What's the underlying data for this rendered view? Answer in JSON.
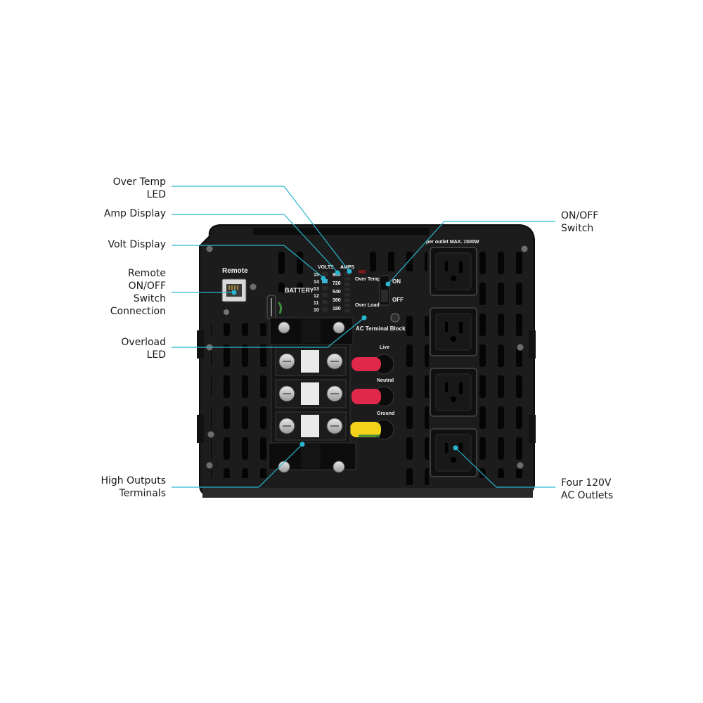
{
  "callouts": {
    "over_temp_led": [
      "Over Temp",
      "LED"
    ],
    "amp_display": [
      "Amp Display"
    ],
    "volt_display": [
      "Volt Display"
    ],
    "remote_connection": [
      "Remote",
      "ON/OFF",
      "Switch",
      "Connection"
    ],
    "overload_led": [
      "Overload",
      "LED"
    ],
    "high_outputs_terminals": [
      "High Outputs",
      "Terminals"
    ],
    "on_off_switch": [
      "ON/OFF",
      "Switch"
    ],
    "ac_outlets": [
      "Four 120V",
      "AC Outlets"
    ]
  },
  "panel": {
    "remote_label": "Remote",
    "battery_label": "BATTERY",
    "volts_label": "VOLTS",
    "amps_label": "AMPS",
    "volts_scale": [
      "15",
      "14",
      "13",
      "12",
      "11",
      "10"
    ],
    "amps_scale": [
      "900",
      "720",
      "540",
      "360",
      "180"
    ],
    "over_temp_label": "Over Temp",
    "over_load_label": "Over Load",
    "on_label": "ON",
    "off_label": "OFF",
    "ac_terminal_label": "AC Terminal Block",
    "outlet_max_label": "per outlet MAX. 1500W",
    "live_label": "Live",
    "neutral_label": "Neutral",
    "ground_label": "Ground"
  },
  "colors": {
    "leader": "#29b6cf",
    "housing": "#1e1e1e",
    "panel": "#161616",
    "red_wire": "#e0294a",
    "yellow_wire": "#f2d21b",
    "green_wire": "#3d8b3d"
  }
}
